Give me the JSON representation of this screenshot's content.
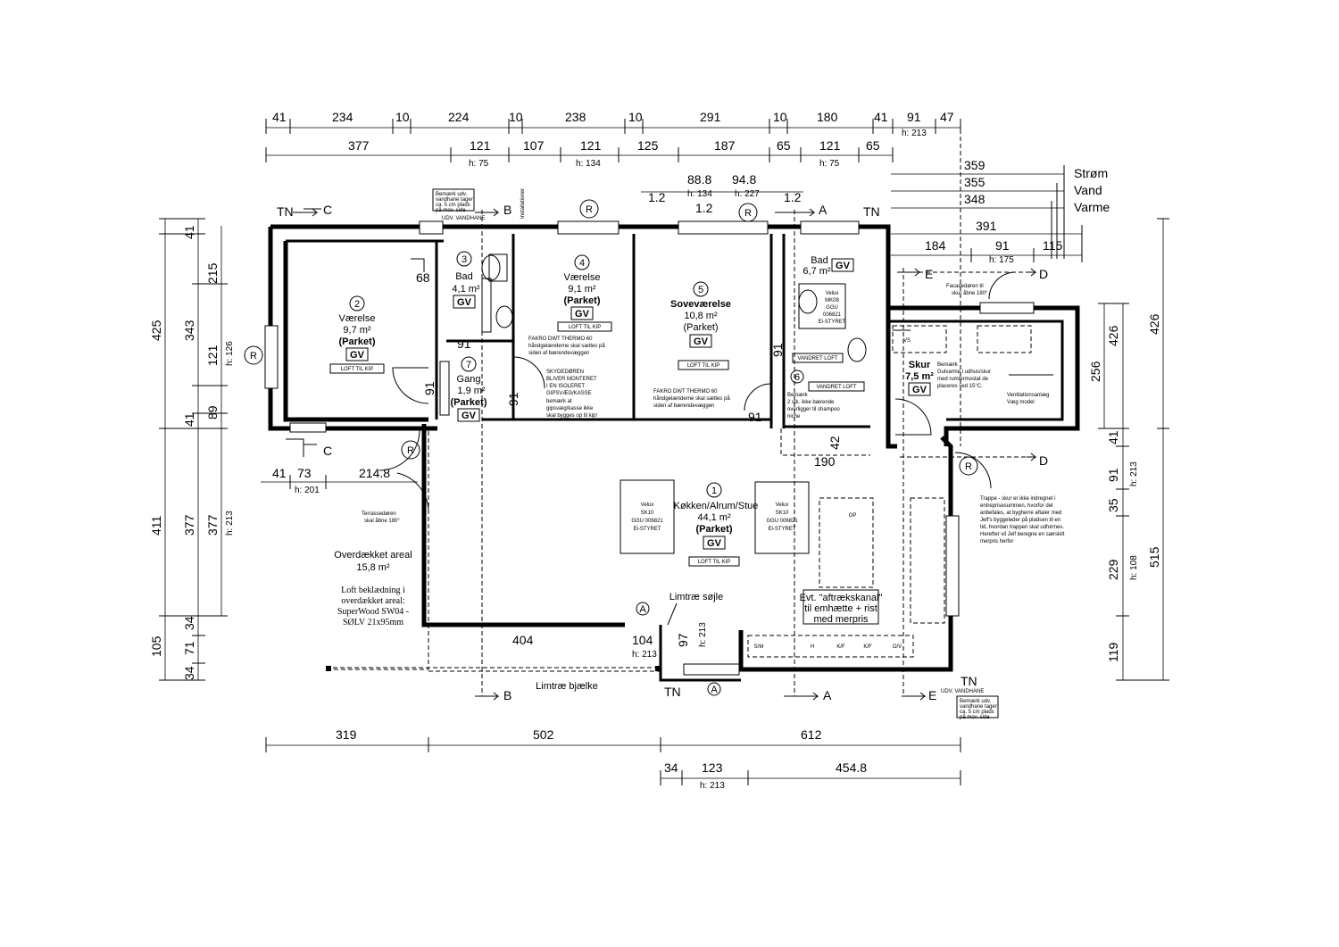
{
  "dimensions": {
    "top_row1": [
      "41",
      "234",
      "10",
      "224",
      "10",
      "238",
      "10",
      "291",
      "10",
      "180",
      "41",
      "91",
      "47"
    ],
    "top_row2": [
      "377",
      "121",
      "107",
      "121",
      "125",
      "187",
      "65",
      "121",
      "65"
    ],
    "top_row2_heights": [
      "h: 75",
      "h: 134",
      "h: 75"
    ],
    "top_right_h": "h: 213",
    "services": [
      "359",
      "355",
      "348"
    ],
    "services_labels": [
      "Strøm",
      "Vand",
      "Varme"
    ],
    "row_391": "391",
    "row_184": [
      "184",
      "91",
      "115"
    ],
    "h_175": "h: 175",
    "window_dims": [
      "1.2",
      "88.8",
      "94.8",
      "1.2",
      "1.2"
    ],
    "h_134": "h: 134",
    "h_227": "h: 227",
    "left_outer": [
      "41",
      "425",
      "411",
      "105"
    ],
    "left_inner": [
      "215",
      "343",
      "121",
      "41",
      "377",
      "34",
      "71",
      "34"
    ],
    "left_third": [
      "89",
      "377"
    ],
    "h_126": "h: 126",
    "left_third_h": "h: 213",
    "right_inner": [
      "426",
      "256",
      "41",
      "91",
      "35",
      "229",
      "119"
    ],
    "right_outer": [
      "426",
      "515"
    ],
    "right_h": [
      "h: 213",
      "h: 108"
    ],
    "bottom_row1": [
      "319",
      "502",
      "612"
    ],
    "bottom_row2": [
      "34",
      "123",
      "454.8"
    ],
    "bottom_row2_h": "h: 213",
    "terrace_dims": [
      "41",
      "73",
      "214.8"
    ],
    "h_201": "h: 201",
    "inner_dims": {
      "d68": "68",
      "d91a": "91",
      "d91b": "91",
      "d91c": "91",
      "d91d": "91",
      "d91e": "91",
      "d42": "42",
      "d190": "190",
      "d404": "404",
      "d104": "104",
      "d97": "97",
      "d213": "h: 213"
    }
  },
  "section_marks": {
    "c": "C",
    "b": "B",
    "a": "A",
    "e": "E",
    "d": "D",
    "tn": "TN",
    "r": "R"
  },
  "rooms": [
    {
      "num": "2",
      "name": "Værelse",
      "area": "9,7 m²",
      "floor": "(Parket)",
      "gv": "GV",
      "loft": "LOFT TIL KIP"
    },
    {
      "num": "3",
      "name": "Bad",
      "area": "4,1 m²",
      "gv": "GV"
    },
    {
      "num": "4",
      "name": "Værelse",
      "area": "9,1 m²",
      "floor": "(Parket)",
      "gv": "GV",
      "loft": "LOFT TIL KIP"
    },
    {
      "num": "5",
      "name": "Soveværelse",
      "area": "10,8 m²",
      "floor": "(Parket)",
      "gv": "GV",
      "loft": "LOFT TIL KIP"
    },
    {
      "num": "6",
      "name": "Bad",
      "area": "6,7 m²",
      "gv": "GV"
    },
    {
      "num": "7",
      "name": "Gang",
      "area": "1,9 m²",
      "floor": "(Parket)",
      "gv": "GV"
    },
    {
      "num": "1",
      "name": "Køkken/Alrum/Stue",
      "area": "44,1 m²",
      "floor": "(Parket)",
      "gv": "GV",
      "loft": "LOFT TIL KIP"
    }
  ],
  "skur": {
    "name": "Skur",
    "area": "7,5 m²",
    "gv": "GV"
  },
  "overdaekket": {
    "name": "Overdækket areal",
    "area": "15,8 m²",
    "lines": [
      "Loft beklædning i",
      "overdækket areal:",
      "SuperWood SW04 -",
      "SØLV 21x95mm"
    ]
  },
  "notes": {
    "fakro1": [
      "FAKRO DWT THERMO 60",
      "håndgelænderne skal sættes på",
      "siden af bærendevæggen"
    ],
    "skyde": [
      "SKYDEDØREN",
      "BLIVER MONTERET",
      "I EN ISOLERET",
      "GIPSVÆG/KASSE"
    ],
    "skyde2": [
      "bemærk at",
      "gipsvæg/kasse ikke",
      "skal bygges op til kip!"
    ],
    "fakro2": [
      "FAKRO DWT THERMO 60",
      "håndgelænderne skal sættes på",
      "siden af bærendevæggen"
    ],
    "bad6": [
      "Bemærk",
      "2 stk. ikke bærende",
      "overligger til shampoo",
      "niche"
    ],
    "skur_note": [
      "Bemærk",
      "Gulvarme i udhus/skur",
      "med rumtermostat de",
      "placeres ved 15°C."
    ],
    "ventilation": [
      "Ventilationsanlæg",
      "Væg model"
    ],
    "facade": [
      "Facadedøren til",
      "skur åbne 180°"
    ],
    "terrasse": [
      "Terrassedøren",
      "skal åbne 180°"
    ],
    "trappe": [
      "Trappe - skur er ikke indregnet i",
      "entreprisesummen, hvorfor det",
      "anbefales, at bygherre aftaler med",
      "Jelf's byggeleder på pladsen til en",
      "tid, hvordan trappen skal udformes.",
      "Herefter vil Jelf beregne en særskilt",
      "merpris herfor"
    ],
    "aftraek": [
      "Evt. \"aftrækskanal\"",
      "til emhætte + rist",
      "med merpris"
    ],
    "udv_top": [
      "Bemærk udv.",
      "vandhane tager",
      "ca. 5 cm plads",
      "på mov. side"
    ],
    "udv_top_label": "UDV. VANDHANE",
    "udv_bot": [
      "Bemærk udv.",
      "vandhane tager",
      "ca. 5 cm plads",
      "på mov. side"
    ],
    "udv_bot_label": "UDV. VANDHANE",
    "vandret": "VANDRET LOFT",
    "installationer": "Installationer",
    "limtrae_sojle": "Limtræ søjle",
    "limtrae_bjaelke": "Limtræ bjælke",
    "velux_left": [
      "Velux",
      "SK10",
      "GGU 006821",
      "El-STYRET"
    ],
    "velux_right": [
      "Velux",
      "SK10",
      "GGU 006821",
      "El-STYRET"
    ],
    "velux_bad": [
      "Velux",
      "MK08",
      "GGU",
      "006821",
      "El-STYRET"
    ],
    "kitchen_labels": [
      "S/M",
      "H",
      "K/F",
      "K/F",
      "O/V",
      "OP",
      "VS"
    ]
  }
}
